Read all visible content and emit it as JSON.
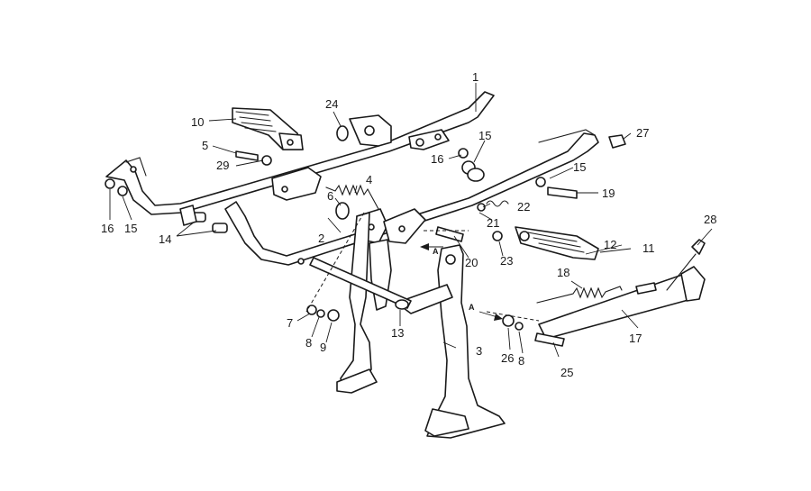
{
  "callouts": {
    "c1": "1",
    "c2": "2",
    "c3": "3",
    "c4": "4",
    "c5": "5",
    "c6": "6",
    "c7": "7",
    "c8a": "8",
    "c8b": "8",
    "c9": "9",
    "c10": "10",
    "c11": "11",
    "c12": "12",
    "c13": "13",
    "c14": "14",
    "c15a": "15",
    "c15b": "15",
    "c15c": "15",
    "c16a": "16",
    "c16b": "16",
    "c17": "17",
    "c18": "18",
    "c19": "19",
    "c20": "20",
    "c21": "21",
    "c22": "22",
    "c23": "23",
    "c24": "24",
    "c25": "25",
    "c26": "26",
    "c27": "27",
    "c28": "28",
    "c29": "29"
  },
  "markers": {
    "a1": "A",
    "a2": "A"
  }
}
